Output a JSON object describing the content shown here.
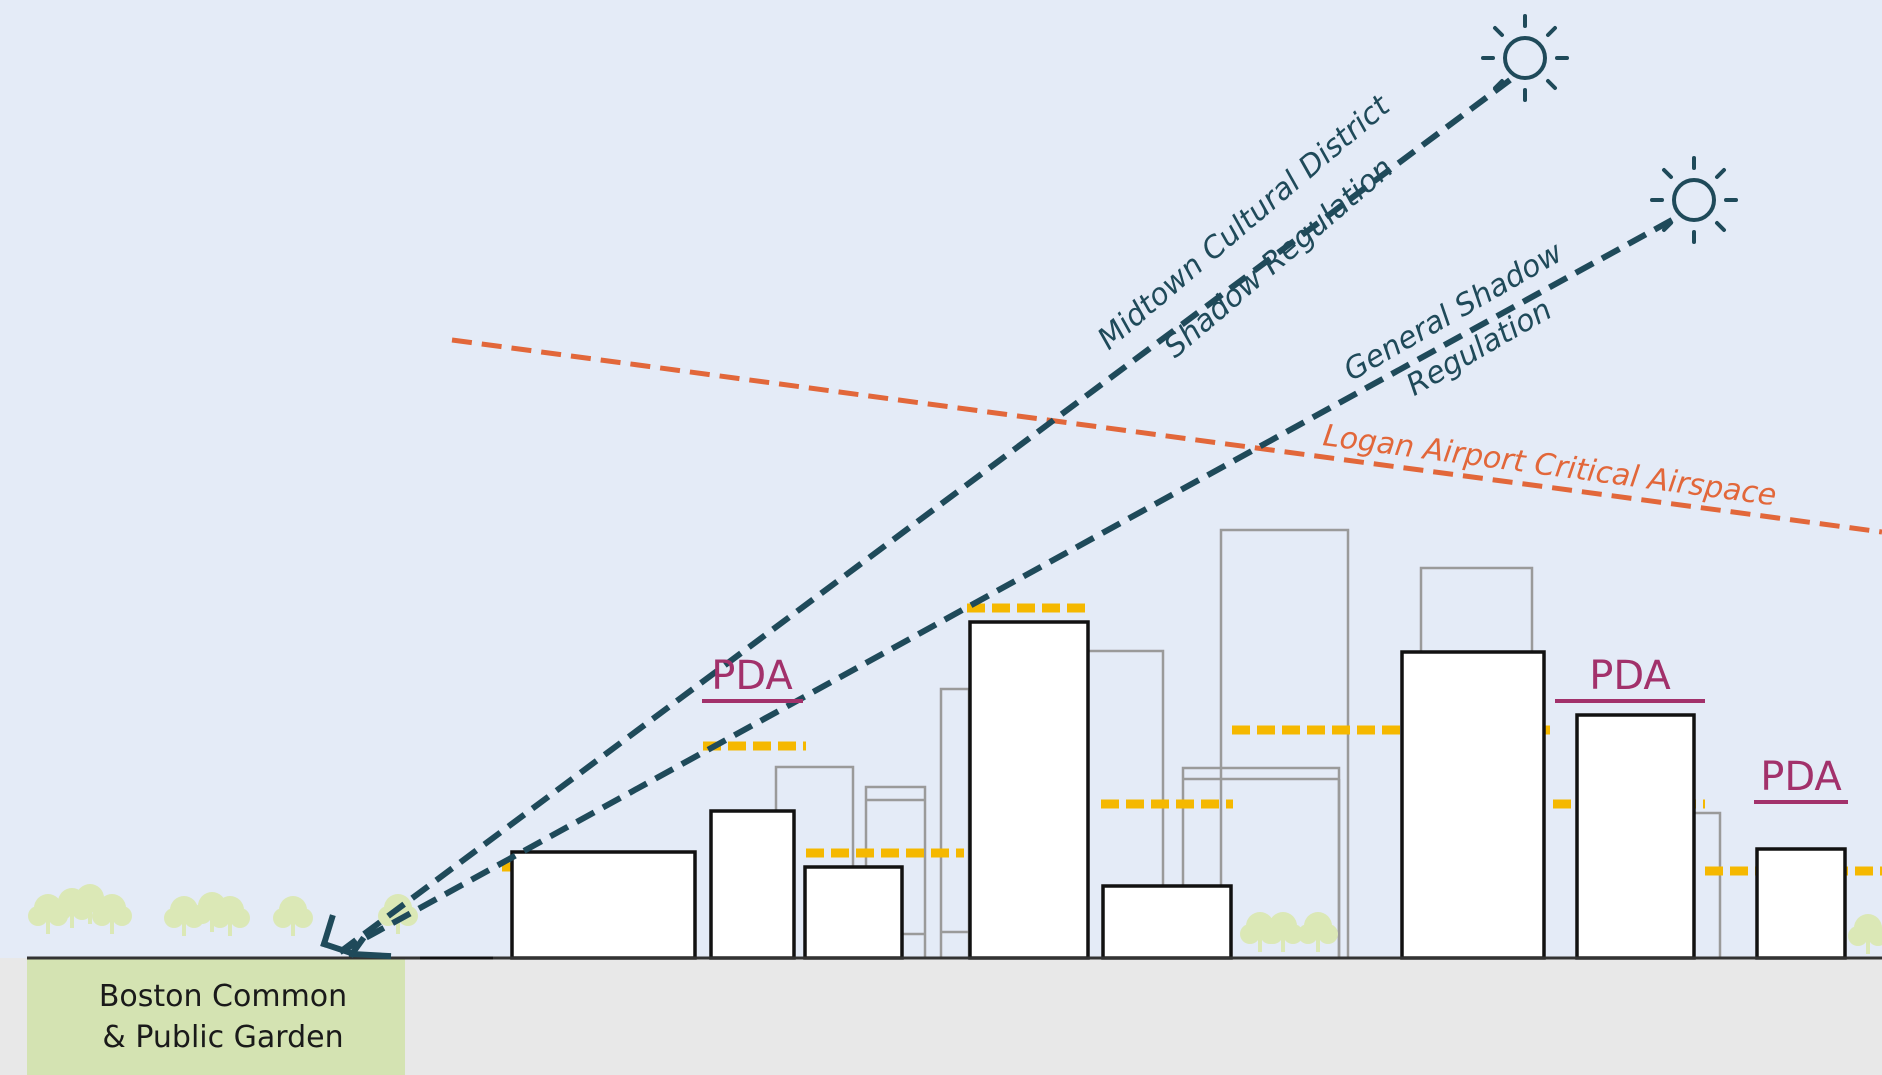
{
  "labels": {
    "midtown_line1": "Midtown Cultural District",
    "midtown_line2": "Shadow Regulation",
    "general_line1": "General Shadow",
    "general_line2": "Regulation",
    "logan": "Logan Airport Critical Airspace",
    "pda_1": "PDA",
    "pda_2": "PDA",
    "pda_3": "PDA",
    "park_line1": "Boston Common",
    "park_line2": "& Public Garden"
  },
  "icons": {
    "sun": "sun-icon",
    "tree": "tree-icon",
    "arrowhead": "arrowhead-icon"
  },
  "colors": {
    "background": "#e4ebf7",
    "shadow_line": "#1f4a5a",
    "airspace_line": "#e2673a",
    "pda": "#a2316b",
    "height_limit": "#f5b800",
    "building_stroke": "#111111",
    "background_building_stroke": "#9a9a9a",
    "park": "#d4e3b2",
    "tree": "#dbe8b6",
    "ground": "#e8e8e8"
  }
}
